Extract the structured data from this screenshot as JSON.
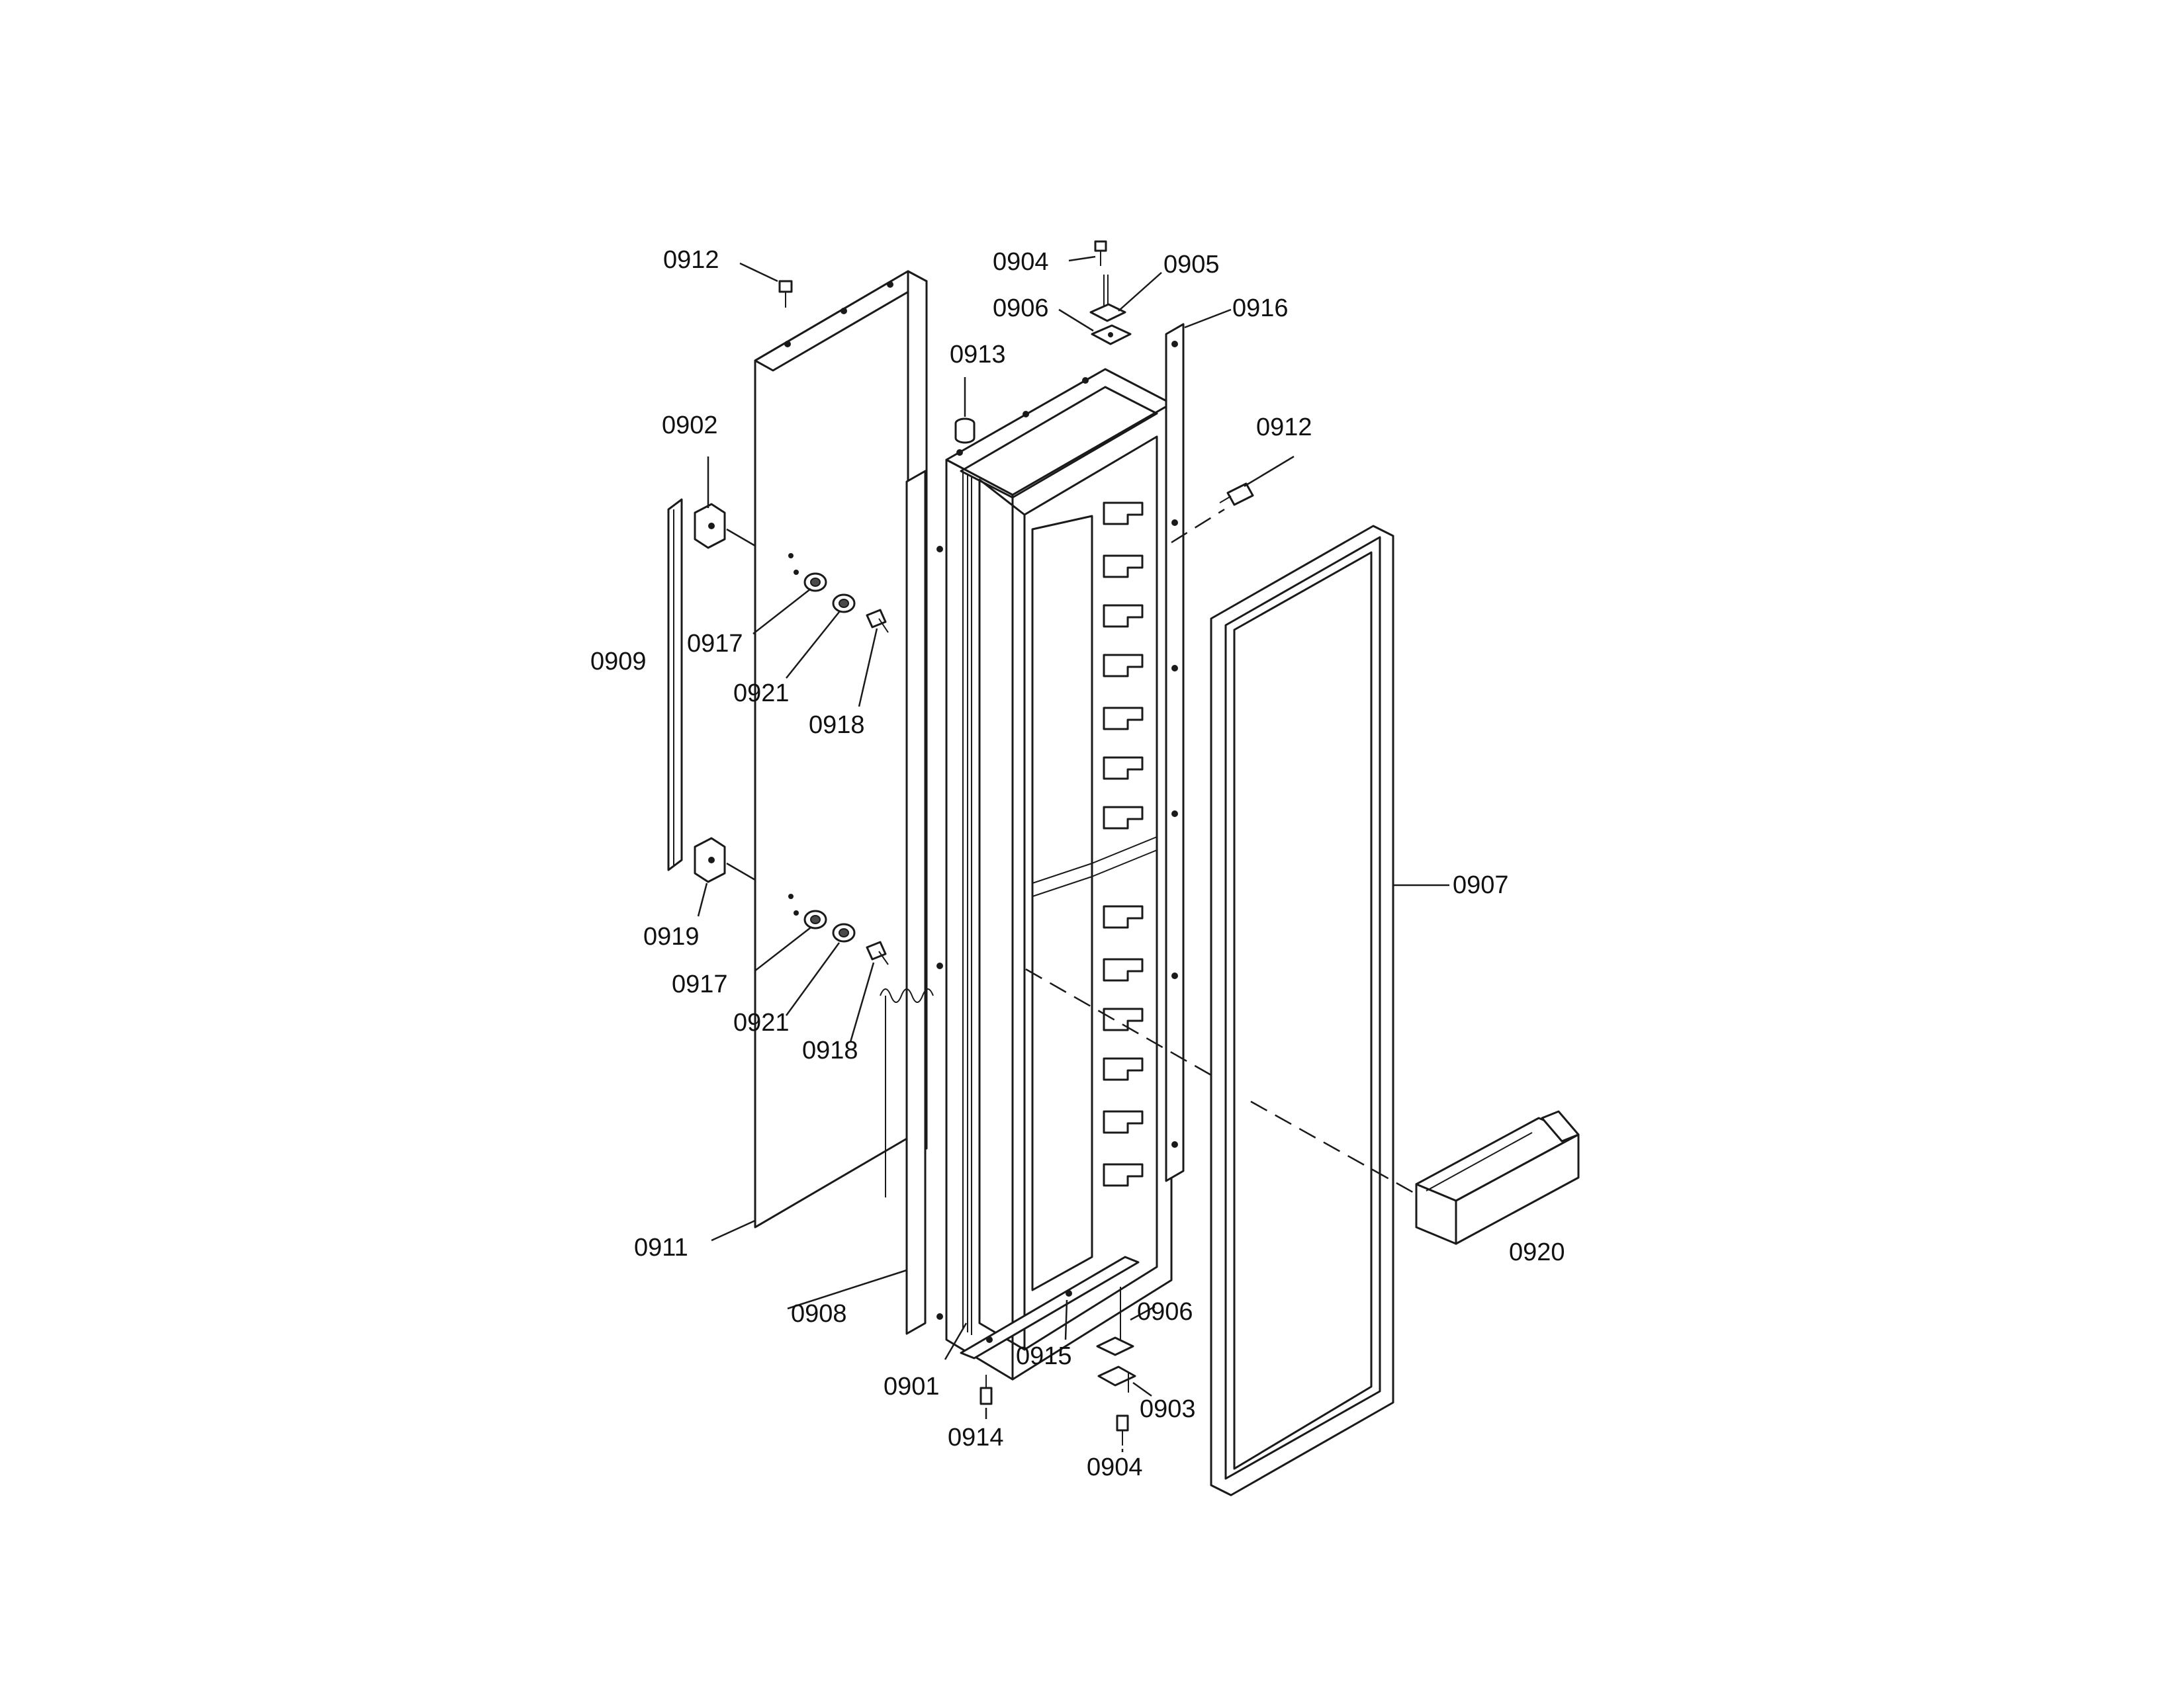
{
  "diagram": {
    "callouts": [
      {
        "id": "c1",
        "text": "0912"
      },
      {
        "id": "c2",
        "text": "0904"
      },
      {
        "id": "c3",
        "text": "0905"
      },
      {
        "id": "c4",
        "text": "0906"
      },
      {
        "id": "c5",
        "text": "0916"
      },
      {
        "id": "c6",
        "text": "0913"
      },
      {
        "id": "c7",
        "text": "0912"
      },
      {
        "id": "c8",
        "text": "0902"
      },
      {
        "id": "c9",
        "text": "0909"
      },
      {
        "id": "c10",
        "text": "0917"
      },
      {
        "id": "c11",
        "text": "0921"
      },
      {
        "id": "c12",
        "text": "0918"
      },
      {
        "id": "c13",
        "text": "0919"
      },
      {
        "id": "c14",
        "text": "0917"
      },
      {
        "id": "c15",
        "text": "0921"
      },
      {
        "id": "c16",
        "text": "0918"
      },
      {
        "id": "c17",
        "text": "0907"
      },
      {
        "id": "c18",
        "text": "0920"
      },
      {
        "id": "c19",
        "text": "0911"
      },
      {
        "id": "c20",
        "text": "0908"
      },
      {
        "id": "c21",
        "text": "0906"
      },
      {
        "id": "c22",
        "text": "0915"
      },
      {
        "id": "c23",
        "text": "0901"
      },
      {
        "id": "c24",
        "text": "0903"
      },
      {
        "id": "c25",
        "text": "0914"
      },
      {
        "id": "c26",
        "text": "0904"
      }
    ]
  }
}
